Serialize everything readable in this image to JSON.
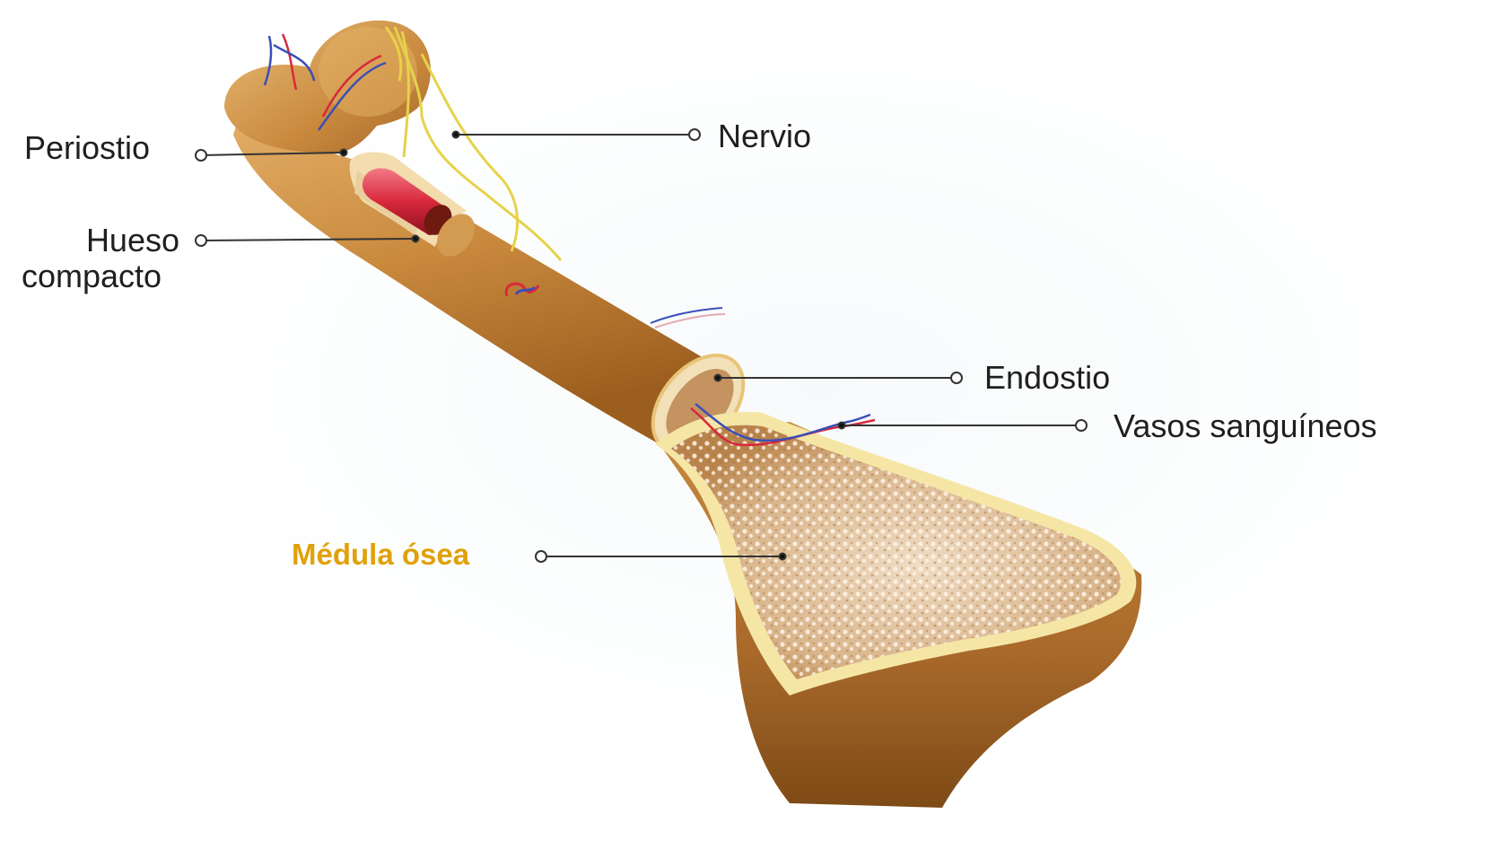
{
  "diagram": {
    "labels": {
      "periostio": "Periostio",
      "hueso_compacto_line1": "Hueso",
      "hueso_compacto_line2": "compacto",
      "nervio": "Nervio",
      "endostio": "Endostio",
      "vasos": "Vasos sanguíneos",
      "medula": "Médula ósea"
    },
    "colors": {
      "bone": "#c8893d",
      "bone_dark": "#9a5f1f",
      "bone_light": "#e2ae63",
      "marrow": "#d9b38a",
      "vessel_red": "#d8283b",
      "vessel_blue": "#3a4fb8",
      "nerve": "#e6d24a",
      "accent_label": "#e0a10a",
      "leader": "#333333"
    }
  }
}
